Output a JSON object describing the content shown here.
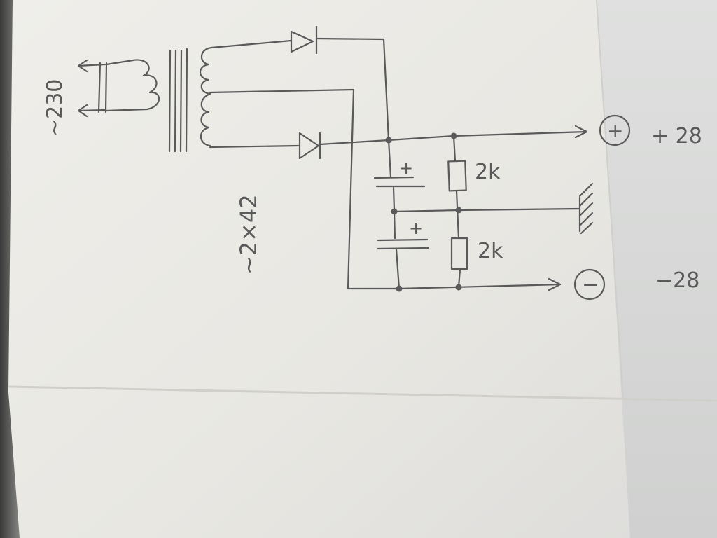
{
  "diagram": {
    "labels": {
      "mains_voltage": "~230",
      "secondary_voltage": "~2×42",
      "resistor_top": "2k",
      "resistor_bottom": "2k",
      "plus_terminal_sign": "+",
      "minus_terminal_sign": "−",
      "cap_top_polarity": "+",
      "cap_bottom_polarity": "+",
      "positive_output": "+ 28",
      "negative_output": "−28"
    },
    "colors": {
      "ink": "#5a5a5a",
      "paper": "#ecebe6",
      "paper_right": "#dcdcd8",
      "background": "#4a4a4a"
    }
  }
}
